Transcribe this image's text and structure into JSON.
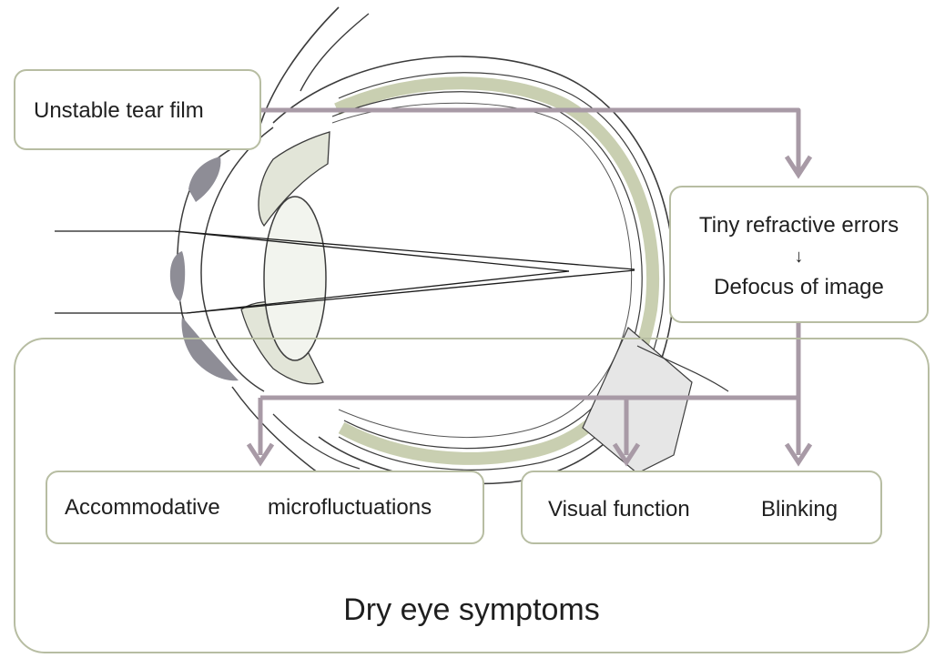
{
  "diagram": {
    "nodes": {
      "unstable_tear_film": "Unstable tear film",
      "refractive_errors": "Tiny refractive errors",
      "refractive_arrow": "↓",
      "defocus": "Defocus of image",
      "accommodative": "Accommodative",
      "microfluctuations": "microfluctuations",
      "visual_function": "Visual function",
      "blinking": "Blinking",
      "dry_eye_symptoms": "Dry eye symptoms"
    },
    "edges": [
      {
        "from": "Unstable tear film",
        "to": "Tiny refractive errors"
      },
      {
        "from": "Defocus of image",
        "to": "Accommodative microfluctuations"
      },
      {
        "from": "Defocus of image",
        "to": "Visual function"
      },
      {
        "from": "Defocus of image",
        "to": "Blinking"
      }
    ],
    "colors": {
      "arrow": "#a89aa6",
      "box_border": "#b7bda2",
      "eye_outline": "#3c3c3c",
      "retina_band": "#c9cfb1",
      "iris_fill": "#e2e5d8",
      "optic_nerve": "#e6e6e6"
    }
  }
}
